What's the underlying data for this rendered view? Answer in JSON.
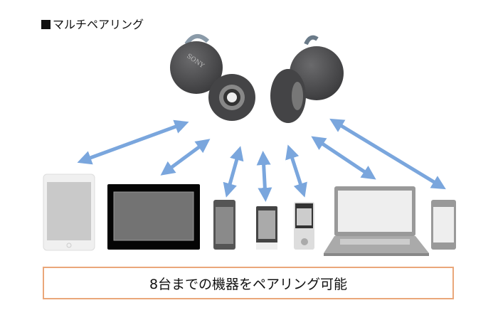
{
  "title": "マルチペアリング",
  "caption": "8台までの機器をペアリング可能",
  "earbuds_logo": "SONY",
  "colors": {
    "arrow": "#7aa6dd",
    "caption_border": "#eaa77a",
    "earbud": "#4a4a4c"
  },
  "devices": [
    "tablet",
    "tablet-black",
    "smartphone",
    "smartphone",
    "music-player",
    "laptop",
    "smartphone"
  ]
}
